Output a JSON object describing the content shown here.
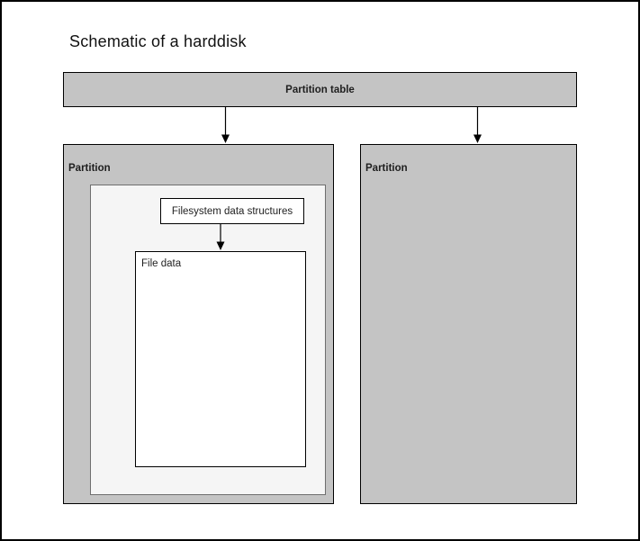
{
  "title": "Schematic of a harddisk",
  "colors": {
    "page_bg": "#ffffff",
    "frame_border": "#000000",
    "partition_fill": "#c4c4c4",
    "partition_border": "#000000",
    "inner_fill": "#f5f5f5",
    "inner_border": "#6e6e6e",
    "node_fill": "#ffffff",
    "node_border": "#000000",
    "arrow_color": "#000000",
    "title_color": "#111111",
    "label_color": "#1f1f1f"
  },
  "diagram": {
    "partition_table": {
      "label": "Partition table"
    },
    "partitions": [
      {
        "label": "Partition"
      },
      {
        "label": "Partition"
      }
    ],
    "filesystem_box": {
      "label": "Filesystem data structures"
    },
    "file_data_box": {
      "label": "File data"
    }
  }
}
